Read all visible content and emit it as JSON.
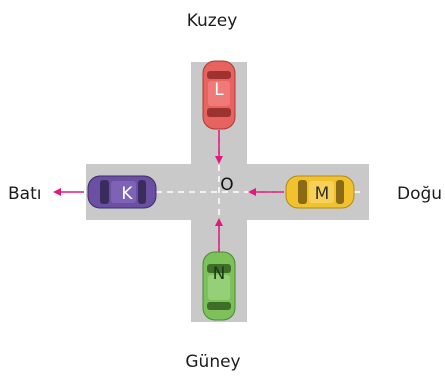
{
  "directions": {
    "north": "Kuzey",
    "south": "Güney",
    "west": "Batı",
    "east": "Doğu"
  },
  "center": "O",
  "cars": [
    {
      "id": "K",
      "color": "#6b4fa3",
      "heading": "west"
    },
    {
      "id": "L",
      "color": "#e8625f",
      "heading": "south"
    },
    {
      "id": "M",
      "color": "#f2c12e",
      "heading": "west"
    },
    {
      "id": "N",
      "color": "#7cc15a",
      "heading": "north"
    }
  ],
  "colors": {
    "road": "#c9c9c9",
    "lane_marking": "#ffffff",
    "arrow": "#e0197d",
    "text": "#1c1c1c"
  }
}
